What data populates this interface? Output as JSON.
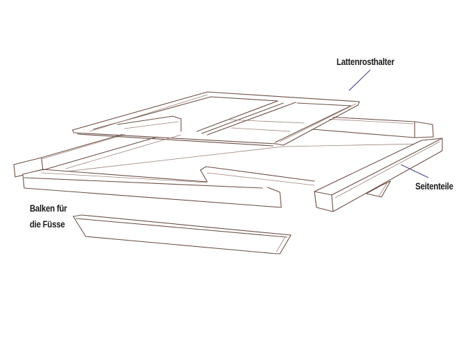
{
  "diagram": {
    "type": "exploded bed frame assembly sketch",
    "background": "#ffffff",
    "line_color": "#6b4e44",
    "leader_color": "#4a4e8a",
    "labels": {
      "slat_holder": "Lattenrosthalter",
      "side_parts": "Seitenteile",
      "feet_beam_line1": "Balken für",
      "feet_beam_line2": "die Füsse"
    },
    "parts": [
      {
        "id": "lattenrosthalter",
        "description": "rectangular slat-holder frame with center crossbar, top of stack"
      },
      {
        "id": "seitenteile",
        "description": "four side beams forming rectangular bed frame"
      },
      {
        "id": "balken-fuer-die-fuesse",
        "description": "separate foot beam with beveled ends, below frame"
      }
    ]
  }
}
